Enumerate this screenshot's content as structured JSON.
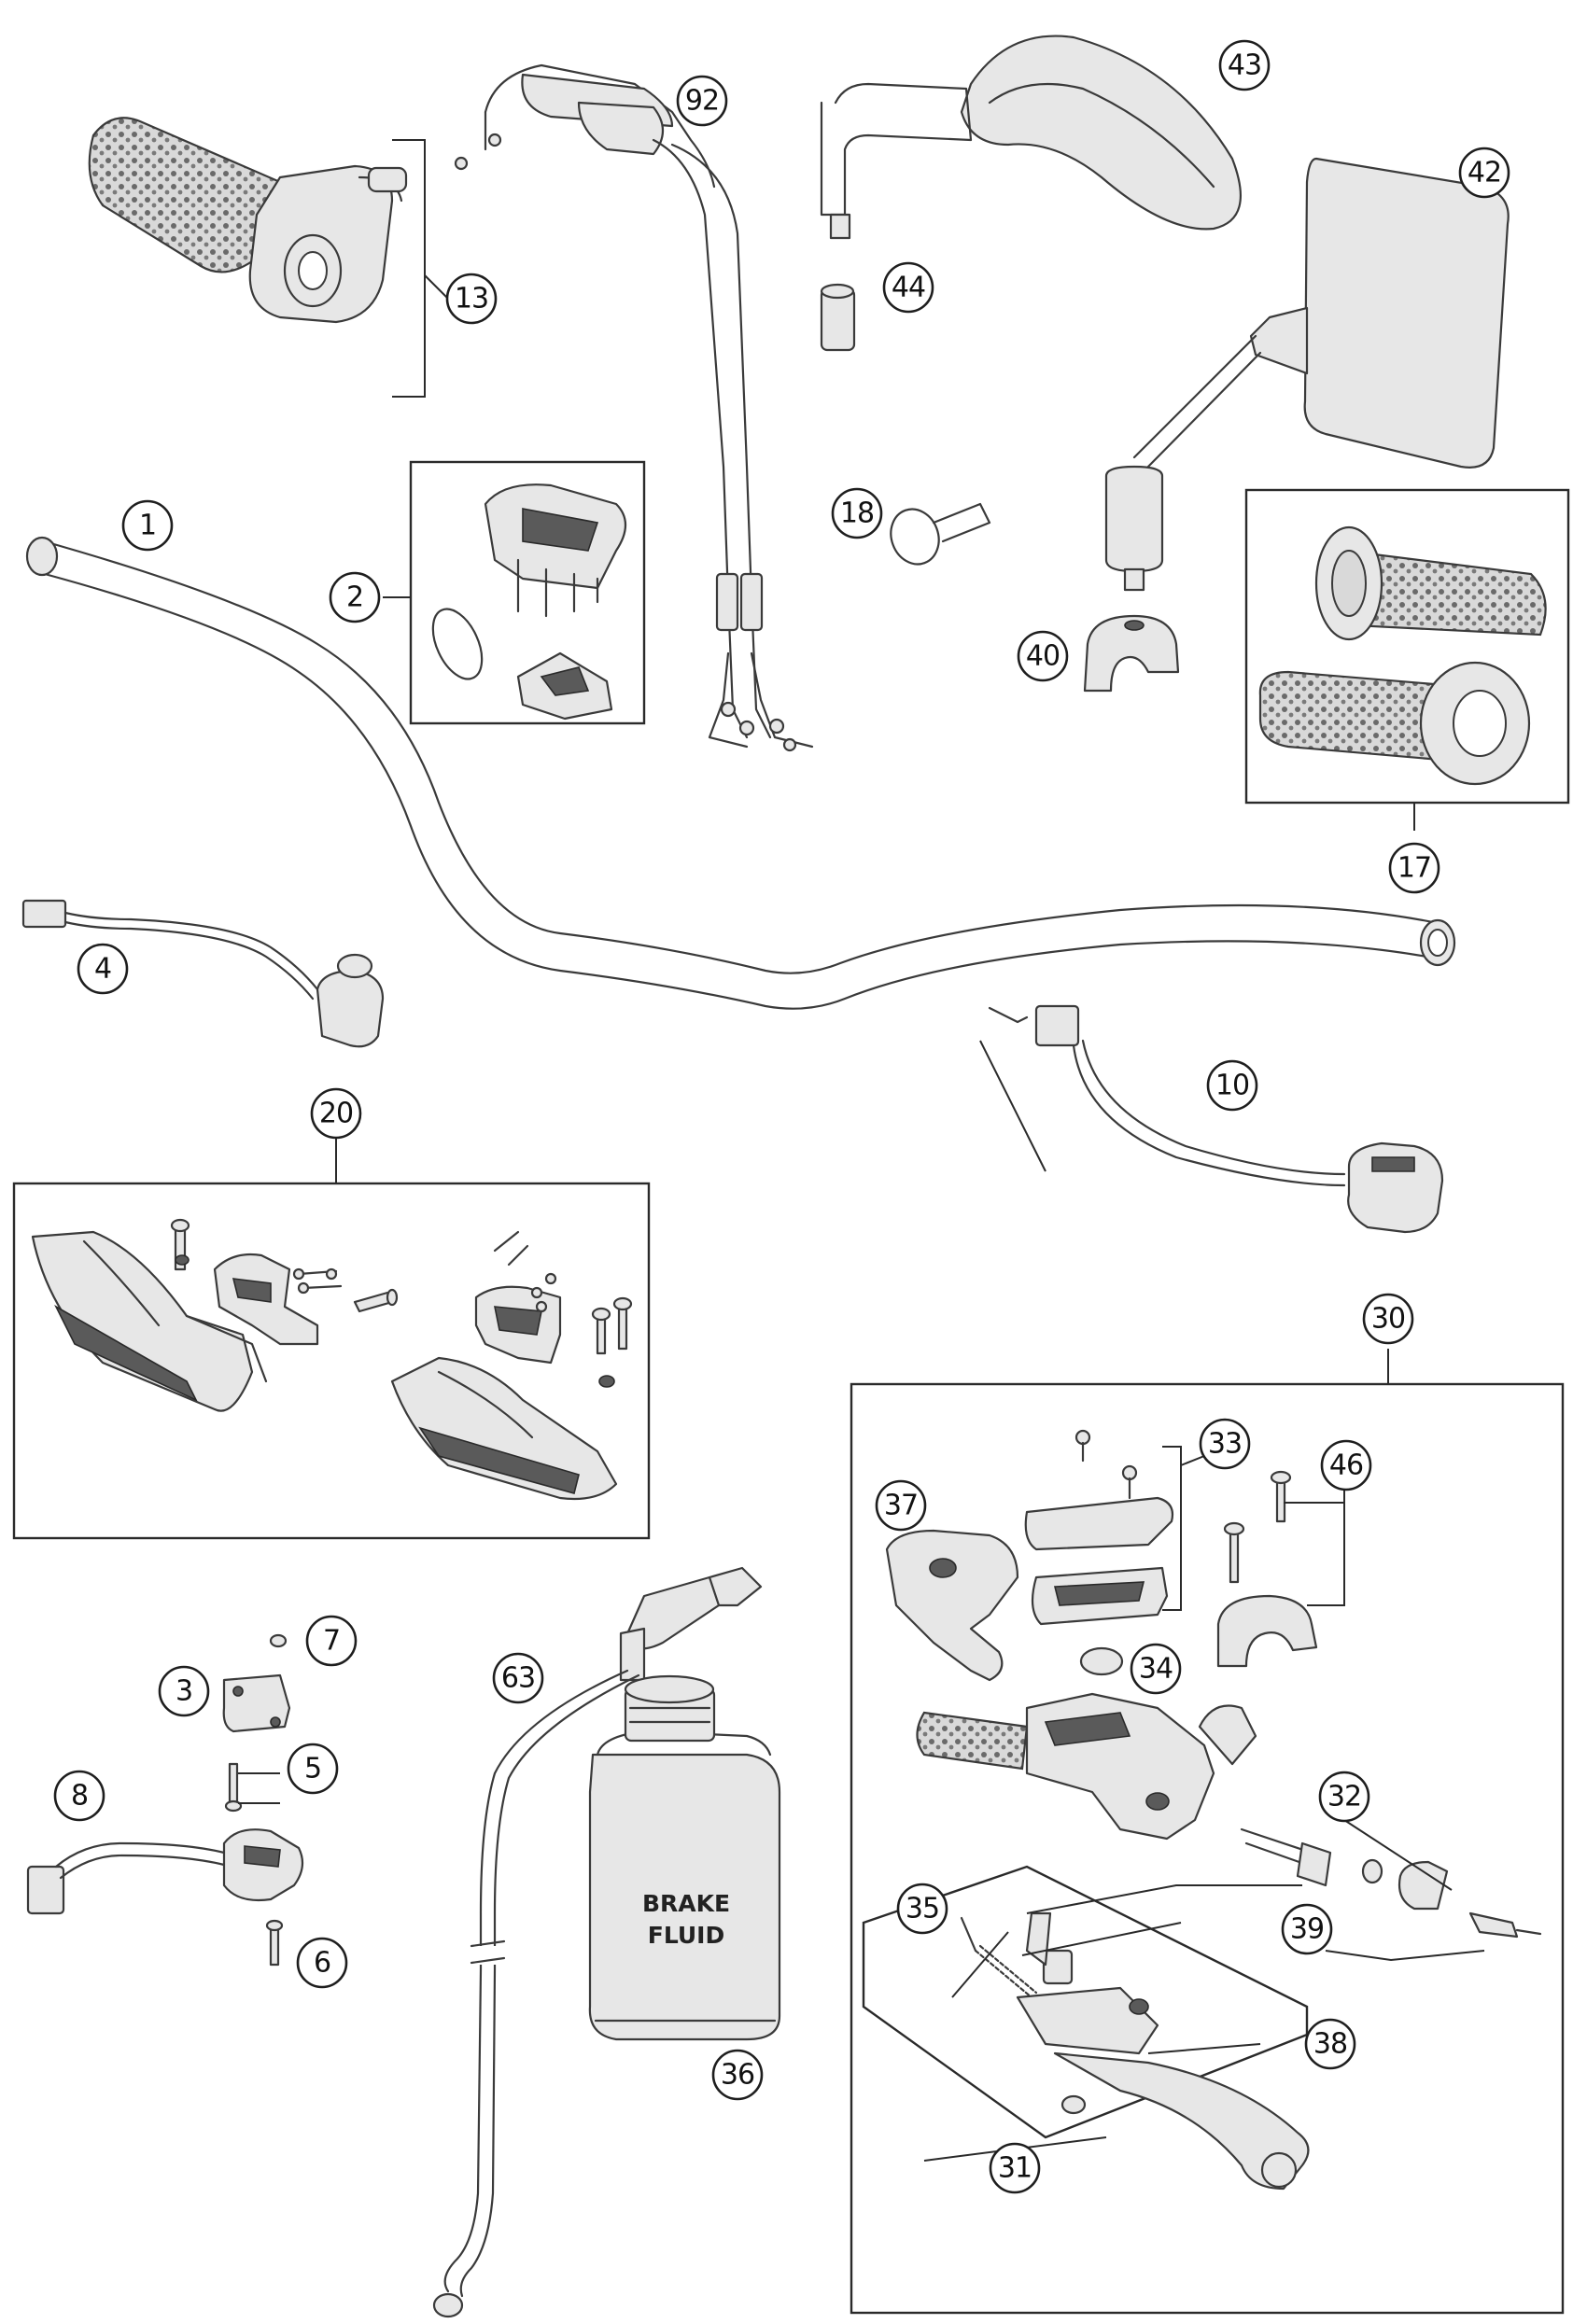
{
  "callouts": [
    {
      "id": "1",
      "text": "1"
    },
    {
      "id": "2",
      "text": "2"
    },
    {
      "id": "3",
      "text": "3"
    },
    {
      "id": "4",
      "text": "4"
    },
    {
      "id": "5",
      "text": "5"
    },
    {
      "id": "6",
      "text": "6"
    },
    {
      "id": "7",
      "text": "7"
    },
    {
      "id": "8",
      "text": "8"
    },
    {
      "id": "10",
      "text": "10"
    },
    {
      "id": "13",
      "text": "13"
    },
    {
      "id": "17",
      "text": "17"
    },
    {
      "id": "18",
      "text": "18"
    },
    {
      "id": "20",
      "text": "20"
    },
    {
      "id": "30",
      "text": "30"
    },
    {
      "id": "31",
      "text": "31"
    },
    {
      "id": "32",
      "text": "32"
    },
    {
      "id": "33",
      "text": "33"
    },
    {
      "id": "34",
      "text": "34"
    },
    {
      "id": "35",
      "text": "35"
    },
    {
      "id": "36",
      "text": "36"
    },
    {
      "id": "37",
      "text": "37"
    },
    {
      "id": "38",
      "text": "38"
    },
    {
      "id": "39",
      "text": "39"
    },
    {
      "id": "40",
      "text": "40"
    },
    {
      "id": "42",
      "text": "42"
    },
    {
      "id": "43",
      "text": "43"
    },
    {
      "id": "44",
      "text": "44"
    },
    {
      "id": "46",
      "text": "46"
    },
    {
      "id": "63",
      "text": "63"
    },
    {
      "id": "92",
      "text": "92"
    }
  ],
  "labels": {
    "brake_fluid_line1": "BRAKE",
    "brake_fluid_line2": "FLUID"
  }
}
